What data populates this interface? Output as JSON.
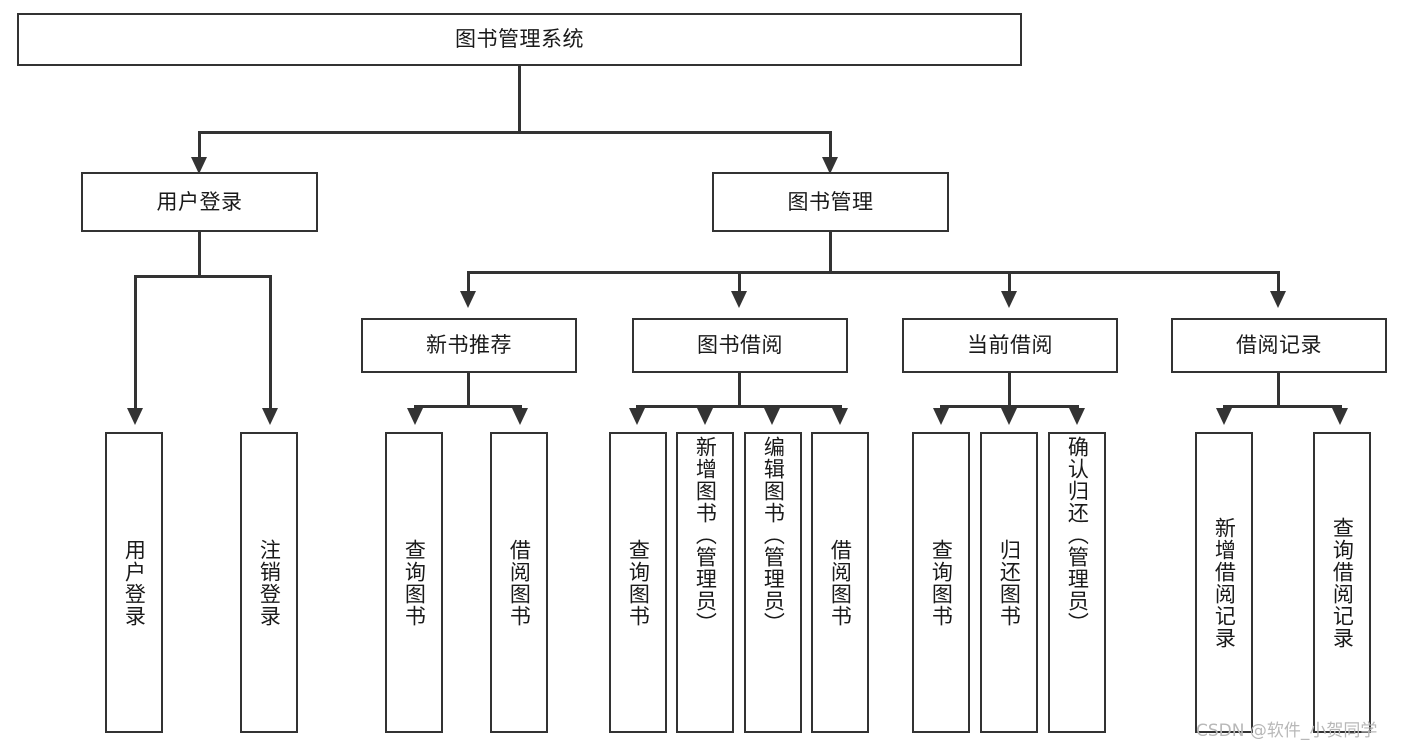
{
  "diagram": {
    "type": "tree",
    "title": "图书管理系统",
    "watermark": "CSDN @软件_小贺同学",
    "colors": {
      "stroke": "#333333",
      "fill": "#ffffff",
      "text": "#1a1a1a",
      "watermark": "#b8b8b8"
    },
    "nodes": {
      "root": {
        "label": "图书管理系统"
      },
      "level1": [
        {
          "id": "user-login",
          "label": "用户登录"
        },
        {
          "id": "book-manage",
          "label": "图书管理"
        }
      ],
      "level2": [
        {
          "id": "new-book-rec",
          "label": "新书推荐"
        },
        {
          "id": "book-borrow",
          "label": "图书借阅"
        },
        {
          "id": "current-borrow",
          "label": "当前借阅"
        },
        {
          "id": "borrow-record",
          "label": "借阅记录"
        }
      ],
      "leaves": [
        {
          "id": "leaf-user-login",
          "label": "用户登录"
        },
        {
          "id": "leaf-logout",
          "label": "注销登录"
        },
        {
          "id": "leaf-query-book-1",
          "label": "查询图书"
        },
        {
          "id": "leaf-borrow-book-1",
          "label": "借阅图书"
        },
        {
          "id": "leaf-query-book-2",
          "label": "查询图书"
        },
        {
          "id": "leaf-add-book",
          "label": "新增图书（管理员）"
        },
        {
          "id": "leaf-edit-book",
          "label": "编辑图书（管理员）"
        },
        {
          "id": "leaf-borrow-book-2",
          "label": "借阅图书"
        },
        {
          "id": "leaf-query-book-3",
          "label": "查询图书"
        },
        {
          "id": "leaf-return-book",
          "label": "归还图书"
        },
        {
          "id": "leaf-confirm-return",
          "label": "确认归还（管理员）"
        },
        {
          "id": "leaf-add-record",
          "label": "新增借阅记录"
        },
        {
          "id": "leaf-query-record",
          "label": "查询借阅记录"
        }
      ]
    },
    "edges": [
      {
        "from": "root",
        "to": "user-login"
      },
      {
        "from": "root",
        "to": "book-manage"
      },
      {
        "from": "user-login",
        "to": "leaf-user-login"
      },
      {
        "from": "user-login",
        "to": "leaf-logout"
      },
      {
        "from": "book-manage",
        "to": "new-book-rec"
      },
      {
        "from": "book-manage",
        "to": "book-borrow"
      },
      {
        "from": "book-manage",
        "to": "current-borrow"
      },
      {
        "from": "book-manage",
        "to": "borrow-record"
      },
      {
        "from": "new-book-rec",
        "to": "leaf-query-book-1"
      },
      {
        "from": "new-book-rec",
        "to": "leaf-borrow-book-1"
      },
      {
        "from": "book-borrow",
        "to": "leaf-query-book-2"
      },
      {
        "from": "book-borrow",
        "to": "leaf-add-book"
      },
      {
        "from": "book-borrow",
        "to": "leaf-edit-book"
      },
      {
        "from": "book-borrow",
        "to": "leaf-borrow-book-2"
      },
      {
        "from": "current-borrow",
        "to": "leaf-query-book-3"
      },
      {
        "from": "current-borrow",
        "to": "leaf-return-book"
      },
      {
        "from": "current-borrow",
        "to": "leaf-confirm-return"
      },
      {
        "from": "borrow-record",
        "to": "leaf-add-record"
      },
      {
        "from": "borrow-record",
        "to": "leaf-query-record"
      }
    ]
  }
}
